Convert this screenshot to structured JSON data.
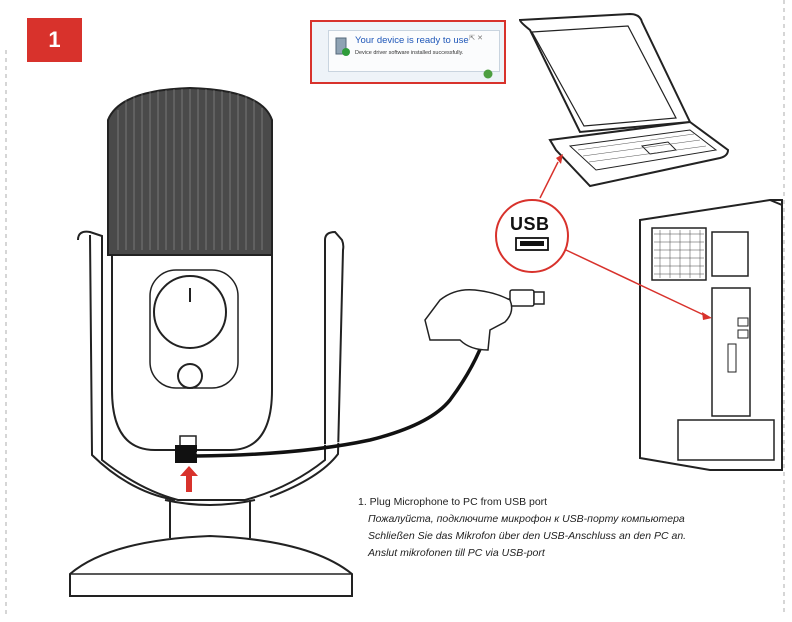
{
  "step": {
    "number": "1"
  },
  "notification": {
    "title": "Your device is ready to use",
    "subtitle": "Device driver software installed successfully."
  },
  "usb_label": "USB",
  "captions": {
    "en": "1. Plug Microphone to PC from USB port",
    "ru": "Пожалуйста, подключите микрофон к USB-порту компьютера",
    "de": "Schließen Sie das Mikrofon über den USB-Anschluss an den PC an.",
    "sv": "Anslut mikrofonen till PC via USB-port"
  },
  "colors": {
    "accent": "#d8322c",
    "popup_title": "#1f57b8"
  }
}
